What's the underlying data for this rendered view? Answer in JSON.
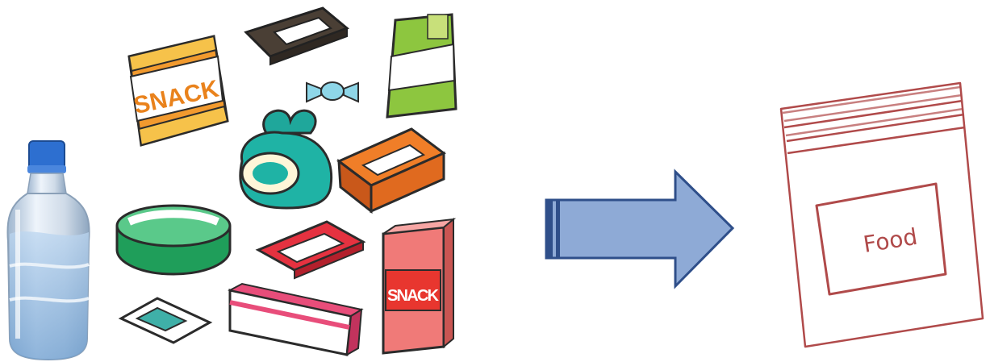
{
  "snacks": {
    "chip_bag_text": "SNACK",
    "box_text": "SNACK"
  },
  "bag": {
    "label_text": "Food"
  },
  "icons": [
    "water-bottle",
    "snack-assortment",
    "right-arrow",
    "zip-bag"
  ],
  "colors": {
    "arrow_fill": "#8eaad6",
    "arrow_stroke": "#2f4f8a",
    "bag_stroke": "#b04a4a"
  }
}
